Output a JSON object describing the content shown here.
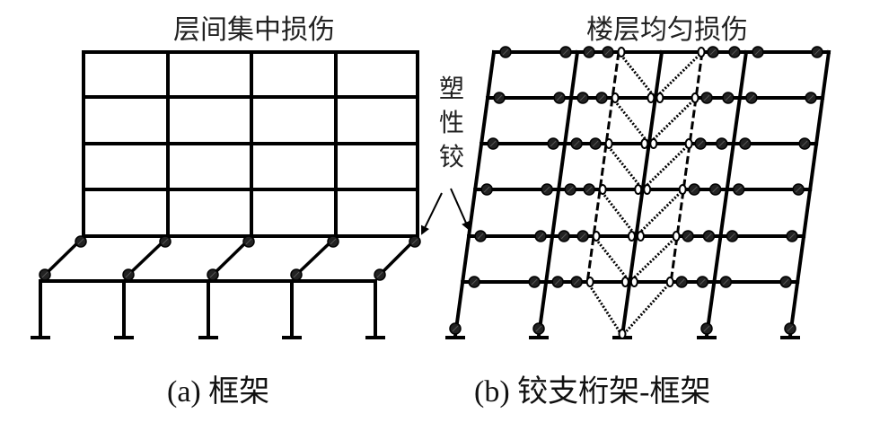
{
  "panel_a": {
    "title": "层间集中损伤",
    "caption": "(a)  框架",
    "bays": 4,
    "upper_stories": 4
  },
  "panel_b": {
    "title": "楼层均匀损伤",
    "caption": "(b)  铰支桁架-框架",
    "bays": 4,
    "stories": 6
  },
  "annotation": {
    "label_chars": [
      "塑",
      "性",
      "铰"
    ]
  },
  "colors": {
    "line": "#000000",
    "hinge_fill": "#222222",
    "open_hinge": "#ffffff",
    "text": "#222222"
  }
}
